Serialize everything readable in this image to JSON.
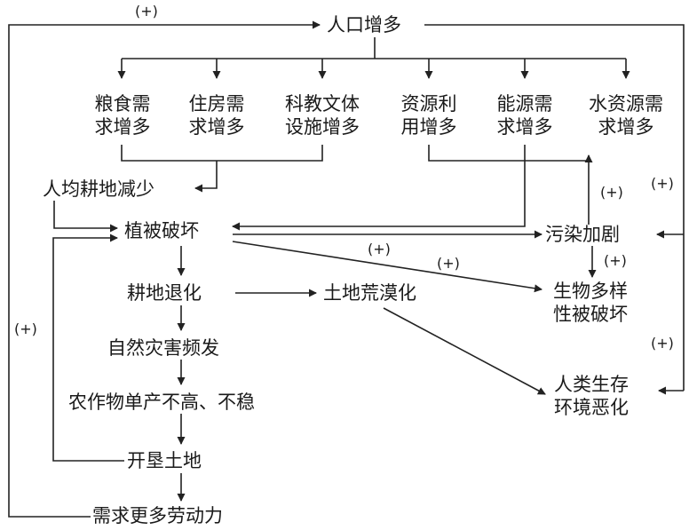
{
  "nodes": {
    "population": "人口增多",
    "food_l1": "粮食需",
    "food_l2": "求增多",
    "housing_l1": "住房需",
    "housing_l2": "求增多",
    "edu_l1": "科教文体",
    "edu_l2": "设施增多",
    "resource_l1": "资源利",
    "resource_l2": "用增多",
    "energy_l1": "能源需",
    "energy_l2": "求增多",
    "water_l1": "水资源需",
    "water_l2": "求增多",
    "farmland_per_capita": "人均耕地减少",
    "vegetation": "植被破坏",
    "pollution": "污染加剧",
    "cropland_degradation": "耕地退化",
    "desertification": "土地荒漠化",
    "biodiversity_l1": "生物多样",
    "biodiversity_l2": "性被破坏",
    "disasters": "自然灾害频发",
    "crop_yield": "农作物单产不高、不稳",
    "human_env_l1": "人类生存",
    "human_env_l2": "环境恶化",
    "reclaim": "开垦土地",
    "labor": "需求更多劳动力"
  },
  "labels": {
    "top_left": "(+)",
    "right_upper": "(+)",
    "pollution_up": "(+)",
    "pollution_down": "(+)",
    "veg_bio_1": "(+)",
    "veg_bio_2": "(+)",
    "left_loop": "(+)",
    "human_env": "(+)"
  }
}
